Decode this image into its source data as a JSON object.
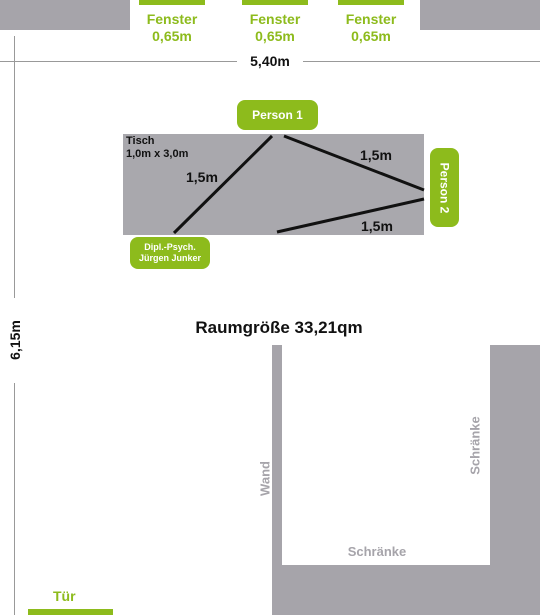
{
  "windows": [
    {
      "label": "Fenster",
      "width": "0,65m"
    },
    {
      "label": "Fenster",
      "width": "0,65m"
    },
    {
      "label": "Fenster",
      "width": "0,65m"
    }
  ],
  "dimensions": {
    "width": "5,40m",
    "height": "6,15m"
  },
  "table": {
    "title": "Tisch",
    "size": "1,0m x 3,0m"
  },
  "people": {
    "person1": "Person 1",
    "person2": "Person 2",
    "therapist_line1": "Dipl.-Psych.",
    "therapist_line2": "Jürgen Junker"
  },
  "distances": {
    "d1": "1,5m",
    "d2": "1,5m",
    "d3": "1,5m"
  },
  "room_size": "Raumgröße 33,21qm",
  "labels": {
    "wall": "Wand",
    "cabinets_right": "Schränke",
    "cabinets_bottom": "Schränke",
    "door": "Tür"
  },
  "colors": {
    "accent_green": "#8dbb1c",
    "wall_gray": "#a6a4aa",
    "table_gray": "#a9a8ad"
  }
}
